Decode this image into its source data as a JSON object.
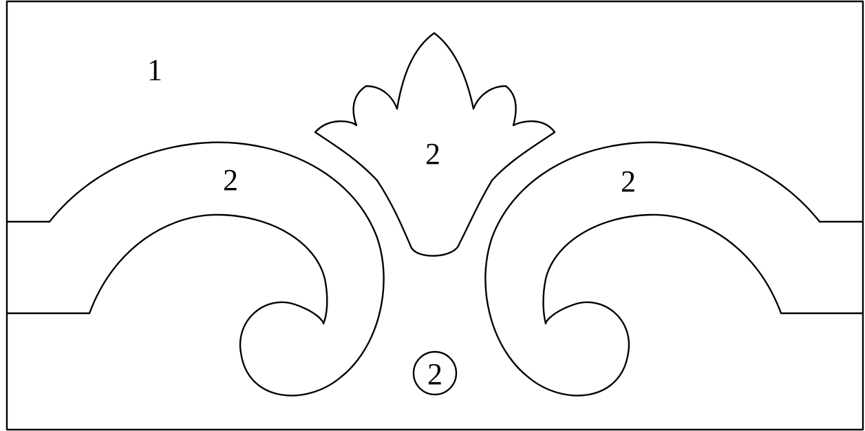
{
  "diagram": {
    "regions": [
      {
        "id": "background",
        "label": "1"
      },
      {
        "id": "left-scroll",
        "label": "2"
      },
      {
        "id": "center-leaf",
        "label": "2"
      },
      {
        "id": "right-scroll",
        "label": "2"
      },
      {
        "id": "center-gap",
        "label": "2",
        "circled": true
      }
    ]
  },
  "colors": {
    "stroke": "#000000",
    "fill": "#ffffff"
  }
}
